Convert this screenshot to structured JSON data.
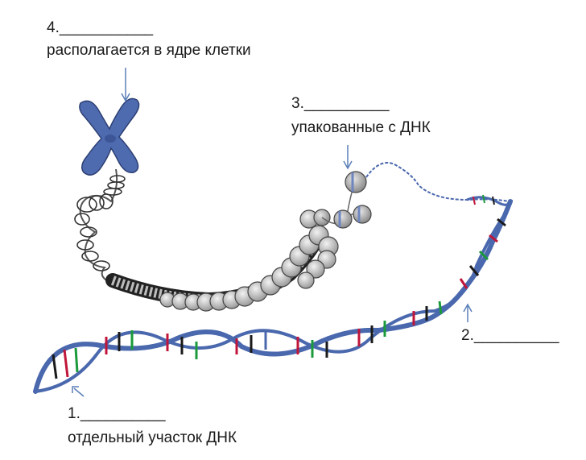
{
  "labels": {
    "l4": {
      "number": "4.___________",
      "text": "располагается в ядре клетки"
    },
    "l3": {
      "number": "3.__________",
      "text": "упакованные с ДНК"
    },
    "l2": {
      "number": "2.__________"
    },
    "l1": {
      "number": "1.__________",
      "text": "отдельный участок ДНК"
    }
  },
  "colors": {
    "chromosome": "#4f6bb0",
    "dna_backbone": "#4a68ad",
    "nucleosome": "#c6c6c6",
    "nucleosome_band": "#6d86c0",
    "arrow": "#5b7fb8",
    "base_pairs": [
      "#1a1a1a",
      "#c0153a",
      "#1a9a3a",
      "#4a68ad",
      "#1a1a1a",
      "#c0153a"
    ]
  },
  "icons": {
    "chromosome": "chromosome-icon",
    "pointer": "arrow-down-icon"
  }
}
